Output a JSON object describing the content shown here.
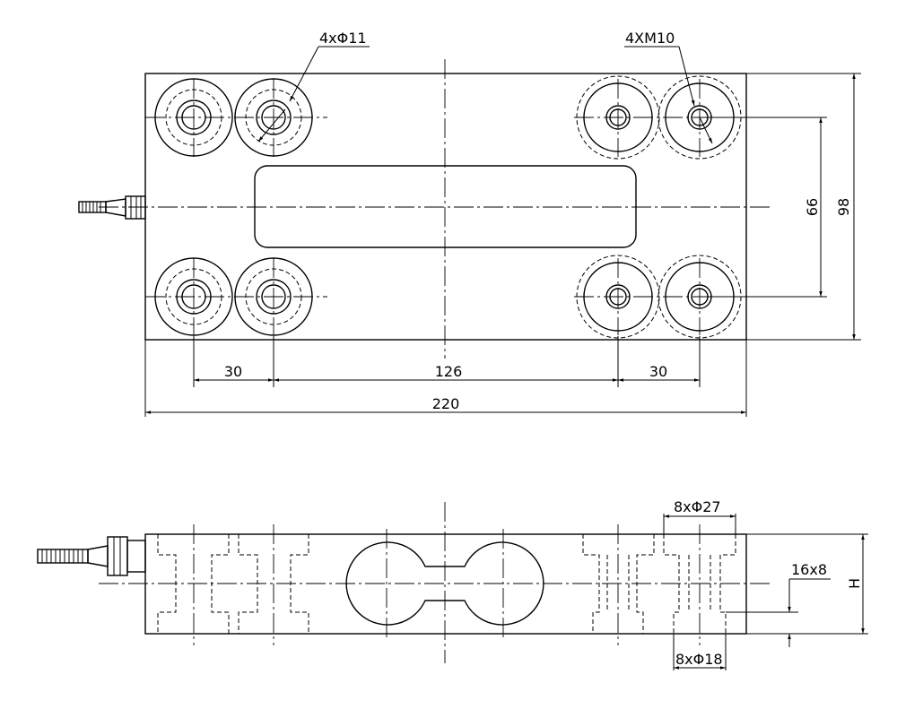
{
  "top_view": {
    "dims": {
      "length_total": "220",
      "pitch_end_left": "30",
      "pitch_middle": "126",
      "pitch_end_right": "30",
      "height_total": "98",
      "hole_spacing": "66"
    },
    "callouts": {
      "through_holes": "4xΦ11",
      "threaded_holes": "4XM10"
    }
  },
  "side_view": {
    "callouts": {
      "counterbore_top": "8xΦ27",
      "counterbore_bottom": "8xΦ18",
      "slot": "16x8",
      "height": "H"
    }
  }
}
